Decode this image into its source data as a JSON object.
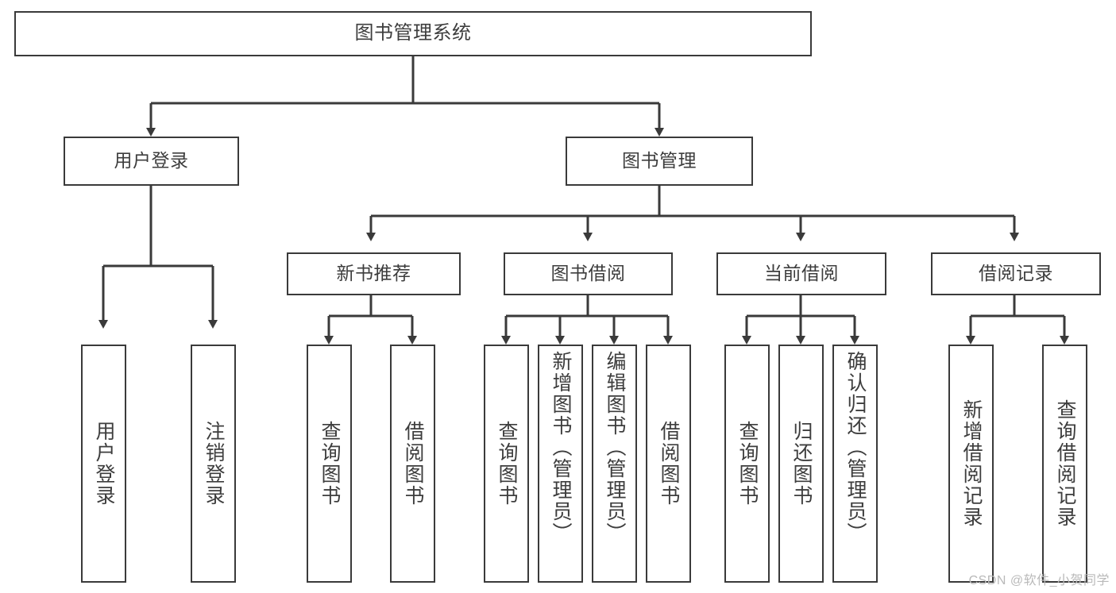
{
  "diagram": {
    "title": "图书管理系统",
    "type": "tree-hierarchy",
    "watermark": "CSDN @软件_小贺同学",
    "colors": {
      "stroke": "#3a3a3a",
      "text": "#3d3d3d",
      "background": "#ffffff",
      "watermark": "#b9b9b9"
    },
    "levels": {
      "root": "图书管理系统",
      "level2": [
        "用户登录",
        "图书管理"
      ],
      "level3": [
        "新书推荐",
        "图书借阅",
        "当前借阅",
        "借阅记录"
      ]
    },
    "nodes": {
      "root": {
        "label": "图书管理系统"
      },
      "user_login": {
        "label": "用户登录"
      },
      "book_manage": {
        "label": "图书管理"
      },
      "new_book_rec": {
        "label": "新书推荐"
      },
      "book_borrow": {
        "label": "图书借阅"
      },
      "current_borrow": {
        "label": "当前借阅"
      },
      "borrow_record": {
        "label": "借阅记录"
      },
      "leaf_user_login": {
        "label": "用户登录"
      },
      "leaf_logout": {
        "label": "注销登录"
      },
      "leaf_query_book_1": {
        "label": "查询图书"
      },
      "leaf_borrow_book_1": {
        "label": "借阅图书"
      },
      "leaf_query_book_2": {
        "label": "查询图书"
      },
      "leaf_add_book": {
        "label": "新增图书（管理员）"
      },
      "leaf_edit_book": {
        "label": "编辑图书（管理员）"
      },
      "leaf_borrow_book_2": {
        "label": "借阅图书"
      },
      "leaf_query_book_3": {
        "label": "查询图书"
      },
      "leaf_return_book": {
        "label": "归还图书"
      },
      "leaf_confirm_return": {
        "label": "确认归还（管理员）"
      },
      "leaf_add_record": {
        "label": "新增借阅记录"
      },
      "leaf_query_record": {
        "label": "查询借阅记录"
      }
    },
    "edges": [
      {
        "from": "root",
        "to": "user_login"
      },
      {
        "from": "root",
        "to": "book_manage"
      },
      {
        "from": "user_login",
        "to": "leaf_user_login"
      },
      {
        "from": "user_login",
        "to": "leaf_logout"
      },
      {
        "from": "book_manage",
        "to": "new_book_rec"
      },
      {
        "from": "book_manage",
        "to": "book_borrow"
      },
      {
        "from": "book_manage",
        "to": "current_borrow"
      },
      {
        "from": "book_manage",
        "to": "borrow_record"
      },
      {
        "from": "new_book_rec",
        "to": "leaf_query_book_1"
      },
      {
        "from": "new_book_rec",
        "to": "leaf_borrow_book_1"
      },
      {
        "from": "book_borrow",
        "to": "leaf_query_book_2"
      },
      {
        "from": "book_borrow",
        "to": "leaf_add_book"
      },
      {
        "from": "book_borrow",
        "to": "leaf_edit_book"
      },
      {
        "from": "book_borrow",
        "to": "leaf_borrow_book_2"
      },
      {
        "from": "current_borrow",
        "to": "leaf_query_book_3"
      },
      {
        "from": "current_borrow",
        "to": "leaf_return_book"
      },
      {
        "from": "current_borrow",
        "to": "leaf_confirm_return"
      },
      {
        "from": "borrow_record",
        "to": "leaf_add_record"
      },
      {
        "from": "borrow_record",
        "to": "leaf_query_record"
      }
    ]
  }
}
